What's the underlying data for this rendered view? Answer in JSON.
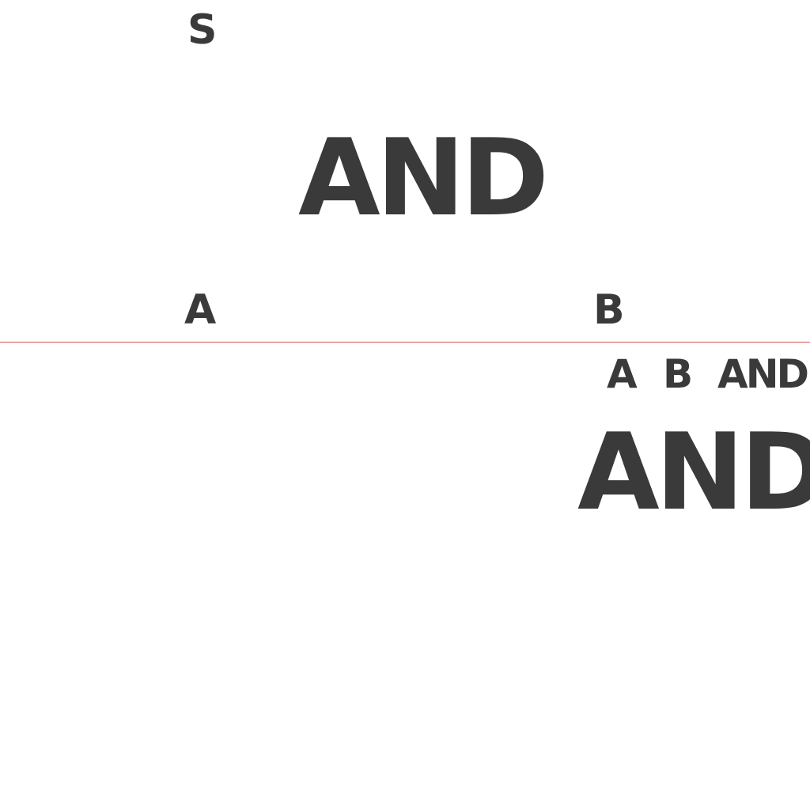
{
  "top_label": "S",
  "gate_label": "AND",
  "input_a": "A",
  "input_b": "B",
  "header": {
    "col_a": "A",
    "col_b": "B",
    "col_and": "AND"
  },
  "result_label": "AND",
  "colors": {
    "text": "#3a3a3a",
    "divider": "#d9534f",
    "background": "#ffffff"
  }
}
